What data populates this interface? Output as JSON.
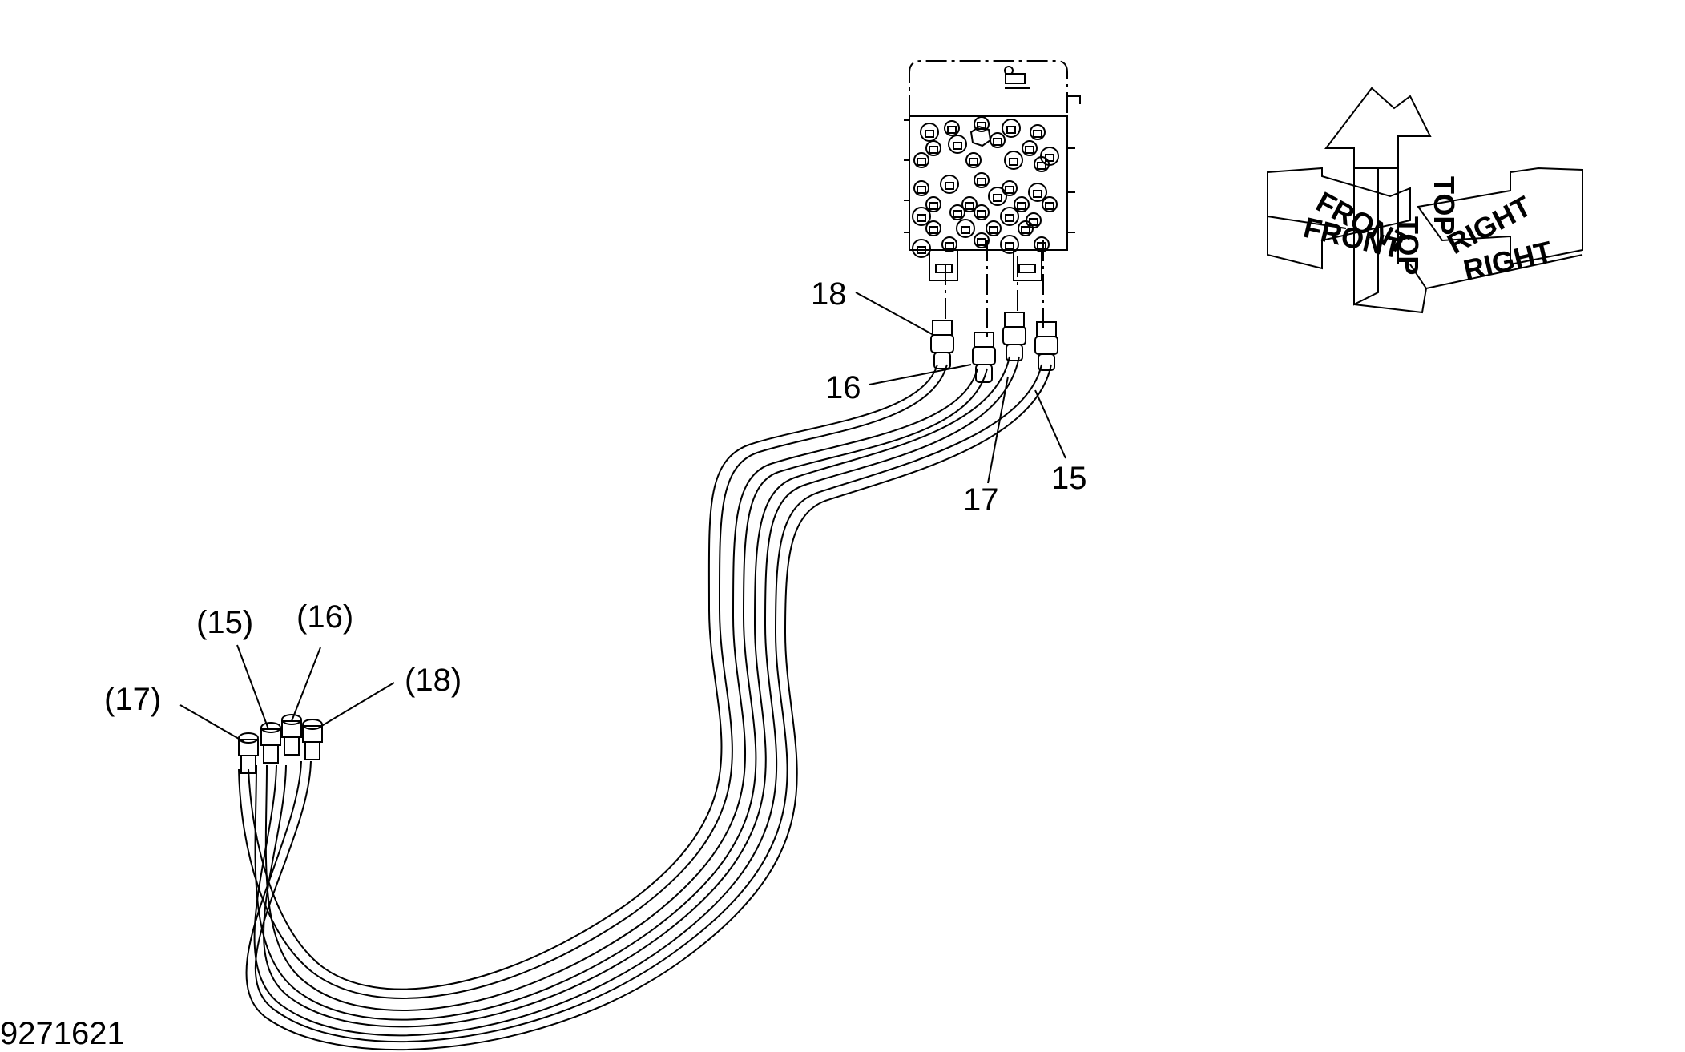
{
  "callouts": {
    "c18": "18",
    "c16": "16",
    "c17": "17",
    "c15": "15",
    "p17": "(17)",
    "p15": "(15)",
    "p16": "(16)",
    "p18": "(18)"
  },
  "compass": {
    "top": "TOP",
    "front": "FRONT",
    "right": "RIGHT"
  },
  "drawing_number": "9271621"
}
